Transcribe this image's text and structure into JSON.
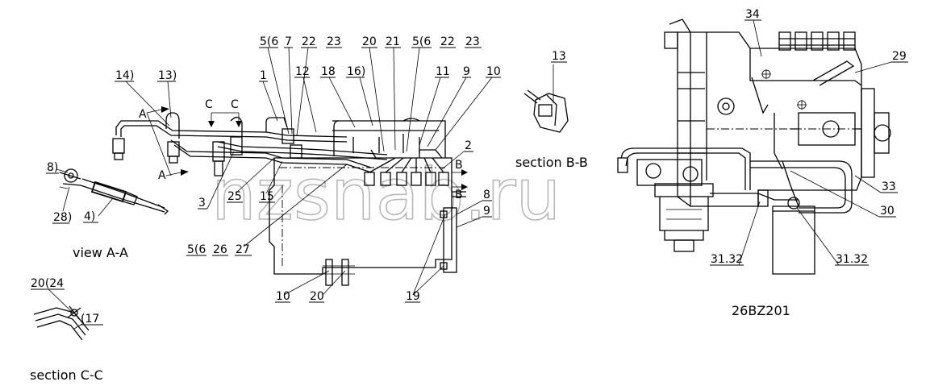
{
  "watermark": "nzsnab.ru",
  "drawing_code": "26BZ201",
  "captions": {
    "view_aa": "view A-A",
    "section_bb": "section B-B",
    "section_cc": "section C-C"
  },
  "markers": {
    "a_upper": "A",
    "a_lower": "A",
    "b_upper": "B",
    "b_lower": "B",
    "c_left": "C",
    "c_right": "C"
  },
  "callouts": {
    "c14": "14)",
    "c13a": "13)",
    "c8a": "8)",
    "c28": "28)",
    "c4": "4)",
    "c1": "1",
    "c56a": "5(6",
    "c7": "7",
    "c22a": "22",
    "c23a": "23",
    "c20a": "20",
    "c21": "21",
    "c56b": "5(6",
    "c22b": "22",
    "c23b": "23",
    "c12": "12",
    "c18": "18",
    "c16": "16)",
    "c11": "11",
    "c9a": "9",
    "c10a": "10",
    "c2": "2",
    "c3": "3",
    "c25": "25",
    "c15": "15",
    "c8b": "8",
    "c9b": "9",
    "c56c": "5(6",
    "c26": "26",
    "c27": "27",
    "c10b": "10",
    "c20b": "20",
    "c19": "19",
    "c13b": "13",
    "c34": "34",
    "c29": "29",
    "c33": "33",
    "c30": "30",
    "c3132a": "31.32",
    "c3132b": "31.32",
    "c2024": "20(24",
    "c17": "(17"
  }
}
